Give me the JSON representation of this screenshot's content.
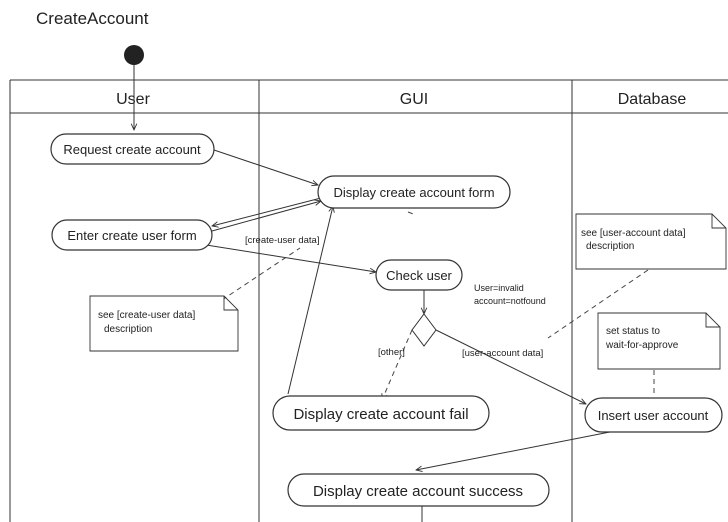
{
  "diagram": {
    "title": "CreateAccount",
    "lanes": [
      "User",
      "GUI",
      "Database"
    ],
    "actions": {
      "request": "Request create account",
      "display_form": "Display create account form",
      "enter_form": "Enter create user form",
      "check_user": "Check user",
      "display_fail": "Display create account fail",
      "insert_user": "Insert user account",
      "display_success": "Display create account success"
    },
    "notes": {
      "create_user_data": [
        "see [create-user data]",
        "description"
      ],
      "user_account_data": [
        "see [user-account data]",
        "description"
      ],
      "set_status": [
        "set status to",
        "wait-for-approve"
      ]
    },
    "labels": {
      "create_user_data": "[create-user data]",
      "condition": [
        "User=invalid",
        "account=notfound"
      ],
      "other": "[other]",
      "user_account_data": "[user-account data]"
    },
    "colors": {
      "line": "#333333",
      "node_fill": "#ffffff",
      "initial": "#222222"
    }
  }
}
